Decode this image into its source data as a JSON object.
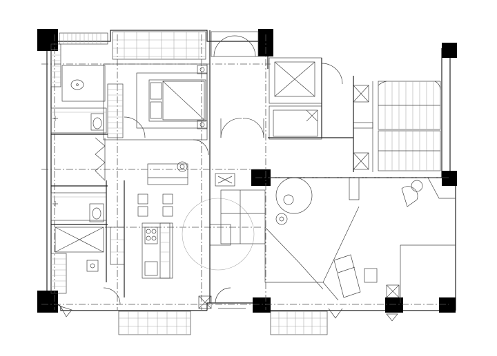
{
  "drawing": {
    "type": "architectural floor plan",
    "labels": [],
    "colors": {
      "background": "#ffffff",
      "ink": "#111111",
      "light_line": "#aaaaaa"
    },
    "features": [
      "bedroom-with-double-bed",
      "bathroom-upper",
      "bathroom-lower",
      "elevator-shaft",
      "twin-stairwells",
      "living-area-with-sofa",
      "round-dining-table",
      "kitchen-counter",
      "four-balconies",
      "structural-columns"
    ]
  }
}
